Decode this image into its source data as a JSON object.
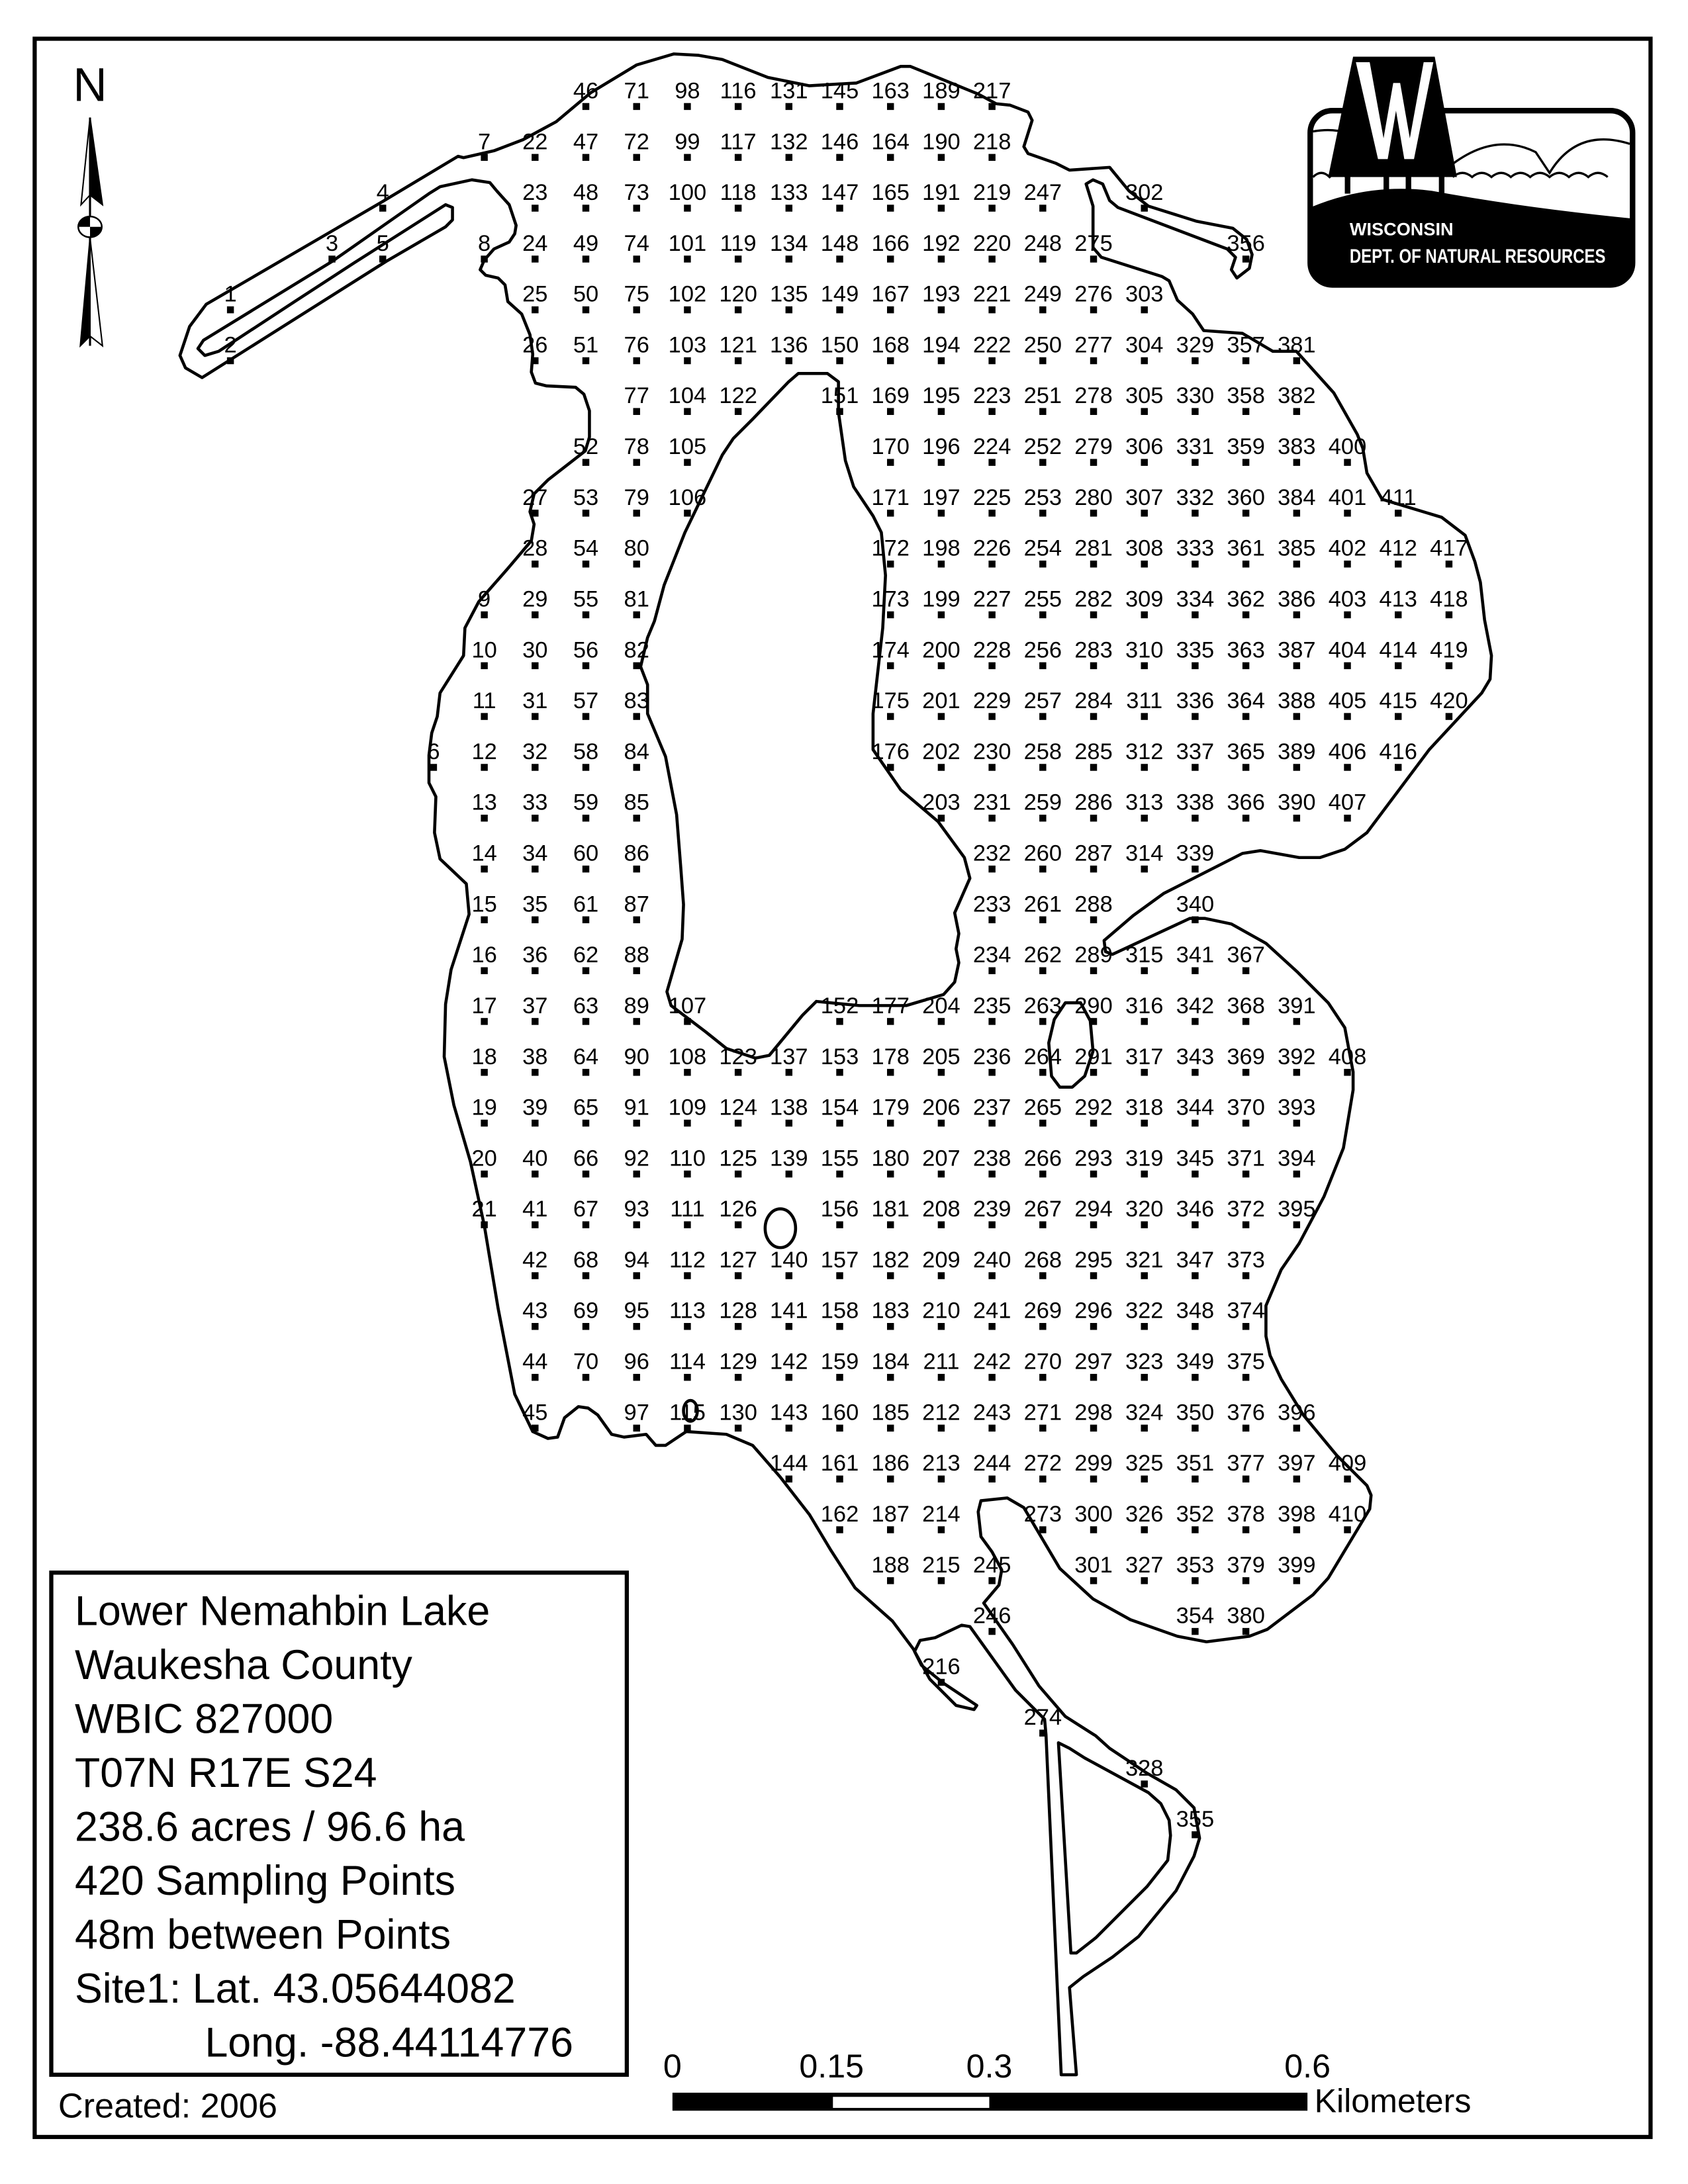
{
  "north_label": "N",
  "info_box": {
    "lake_name": "Lower Nemahbin Lake",
    "county": "Waukesha County",
    "wbic": "WBIC 827000",
    "plss": "T07N R17E S24",
    "area": "238.6 acres / 96.6 ha",
    "points_count": "420 Sampling Points",
    "spacing": "48m between Points",
    "site_lat": "Site1: Lat. 43.05644082",
    "site_long": "Long. -88.44114776"
  },
  "created": "Created: 2006",
  "scale_bar": {
    "ticks": [
      "0",
      "0.15",
      "0.3",
      "0.6"
    ],
    "unit": "Kilometers"
  },
  "logo": {
    "line1": "WISCONSIN",
    "line2": "DEPT. OF NATURAL RESOURCES"
  },
  "colors": {
    "ink": "#000000",
    "paper": "#ffffff"
  },
  "sampling_points": {
    "labels": [
      1,
      2,
      3,
      4,
      5,
      6,
      7,
      8,
      9,
      10,
      11,
      12,
      13,
      14,
      15,
      16,
      17,
      18,
      19,
      20,
      21,
      22,
      23,
      24,
      25,
      26,
      27,
      28,
      29,
      30,
      31,
      32,
      33,
      34,
      35,
      36,
      37,
      38,
      39,
      40,
      41,
      42,
      43,
      44,
      45,
      46,
      47,
      48,
      49,
      50,
      51,
      52,
      53,
      54,
      55,
      56,
      57,
      58,
      59,
      60,
      61,
      62,
      63,
      64,
      65,
      66,
      67,
      68,
      69,
      70,
      71,
      72,
      73,
      74,
      75,
      76,
      77,
      78,
      79,
      80,
      81,
      82,
      83,
      84,
      85,
      86,
      87,
      88,
      89,
      90,
      91,
      92,
      93,
      94,
      95,
      96,
      97,
      98,
      99,
      100,
      101,
      102,
      103,
      104,
      105,
      106,
      107,
      108,
      109,
      110,
      111,
      112,
      113,
      114,
      115,
      116,
      117,
      118,
      119,
      120,
      121,
      122,
      123,
      124,
      125,
      126,
      127,
      128,
      129,
      130,
      131,
      132,
      133,
      134,
      135,
      136,
      137,
      138,
      139,
      140,
      141,
      142,
      143,
      144,
      145,
      146,
      147,
      148,
      149,
      150,
      151,
      152,
      153,
      154,
      155,
      156,
      157,
      158,
      159,
      160,
      161,
      162,
      163,
      164,
      165,
      166,
      167,
      168,
      169,
      170,
      171,
      172,
      173,
      174,
      175,
      176,
      177,
      178,
      179,
      180,
      181,
      182,
      183,
      184,
      185,
      186,
      187,
      188,
      189,
      190,
      191,
      192,
      193,
      194,
      195,
      196,
      197,
      198,
      199,
      200,
      201,
      202,
      203,
      204,
      205,
      206,
      207,
      208,
      209,
      210,
      211,
      212,
      213,
      214,
      215,
      216,
      217,
      218,
      219,
      220,
      221,
      222,
      223,
      224,
      225,
      226,
      227,
      228,
      229,
      230,
      231,
      232,
      233,
      234,
      235,
      236,
      237,
      238,
      239,
      240,
      241,
      242,
      243,
      244,
      245,
      246,
      247,
      248,
      249,
      250,
      251,
      252,
      253,
      254,
      255,
      256,
      257,
      258,
      259,
      260,
      261,
      262,
      263,
      264,
      265,
      266,
      267,
      268,
      269,
      270,
      271,
      272,
      273,
      274,
      275,
      276,
      277,
      278,
      279,
      280,
      281,
      282,
      283,
      284,
      285,
      286,
      287,
      288,
      289,
      290,
      291,
      292,
      293,
      294,
      295,
      296,
      297,
      298,
      299,
      300,
      301,
      302,
      303,
      304,
      305,
      306,
      307,
      308,
      309,
      310,
      311,
      312,
      313,
      314,
      315,
      316,
      317,
      318,
      319,
      320,
      321,
      322,
      323,
      324,
      325,
      326,
      327,
      328,
      329,
      330,
      331,
      332,
      333,
      334,
      335,
      336,
      337,
      338,
      339,
      340,
      341,
      342,
      343,
      344,
      345,
      346,
      347,
      348,
      349,
      350,
      351,
      352,
      353,
      354,
      355,
      356,
      357,
      358,
      359,
      360,
      361,
      362,
      363,
      364,
      365,
      366,
      367,
      368,
      369,
      370,
      371,
      372,
      373,
      374,
      375,
      376,
      377,
      378,
      379,
      380,
      381,
      382,
      383,
      384,
      385,
      386,
      387,
      388,
      389,
      390,
      391,
      392,
      393,
      394,
      395,
      396,
      397,
      398,
      399,
      400,
      401,
      402,
      403,
      404,
      405,
      406,
      407,
      408,
      409,
      410,
      411,
      412,
      413,
      414,
      415,
      416,
      417,
      418,
      419,
      420
    ]
  }
}
